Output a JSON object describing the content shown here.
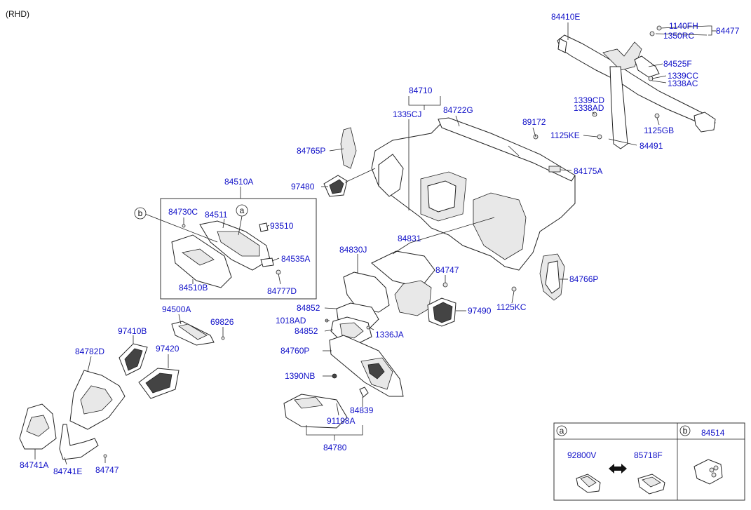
{
  "header": {
    "variant": "(RHD)"
  },
  "callouts": {
    "c84410E": "84410E",
    "c1140FH": "1140FH",
    "c1350RC": "1350RC",
    "c84477": "84477",
    "c84525F": "84525F",
    "c1339CC": "1339CC",
    "c1338AC": "1338AC",
    "c1339CD": "1339CD",
    "c1338AD": "1338AD",
    "c1125GB": "1125GB",
    "c1125KE": "1125KE",
    "c84491": "84491",
    "c89172": "89172",
    "c84175A": "84175A",
    "c84710": "84710",
    "c1335CJ": "1335CJ",
    "c84722G": "84722G",
    "c84765P": "84765P",
    "c97480": "97480",
    "c84510A": "84510A",
    "c84730C": "84730C",
    "c84511": "84511",
    "c93510": "93510",
    "c84535A": "84535A",
    "c84510B": "84510B",
    "c84777D": "84777D",
    "c84831": "84831",
    "c84830J": "84830J",
    "c84747a": "84747",
    "c84766P": "84766P",
    "c1125KC": "1125KC",
    "c97490": "97490",
    "c84852a": "84852",
    "c1018AD": "1018AD",
    "c84852b": "84852",
    "c1336JA": "1336JA",
    "c94500A": "94500A",
    "c69826": "69826",
    "c97410B": "97410B",
    "c84782D": "84782D",
    "c97420": "97420",
    "c84760P": "84760P",
    "c1390NB": "1390NB",
    "c84839": "84839",
    "c91198A": "91198A",
    "c84780": "84780",
    "c84741A": "84741A",
    "c84741E": "84741E",
    "c84747b": "84747"
  },
  "markers": {
    "a": "a",
    "b": "b"
  },
  "legend": {
    "a": {
      "letter": "a",
      "left_part": "92800V",
      "right_part": "85718F"
    },
    "b": {
      "letter": "b",
      "part": "84514"
    }
  },
  "colors": {
    "callout": "#1010c8",
    "line": "#222222",
    "background": "#ffffff"
  }
}
